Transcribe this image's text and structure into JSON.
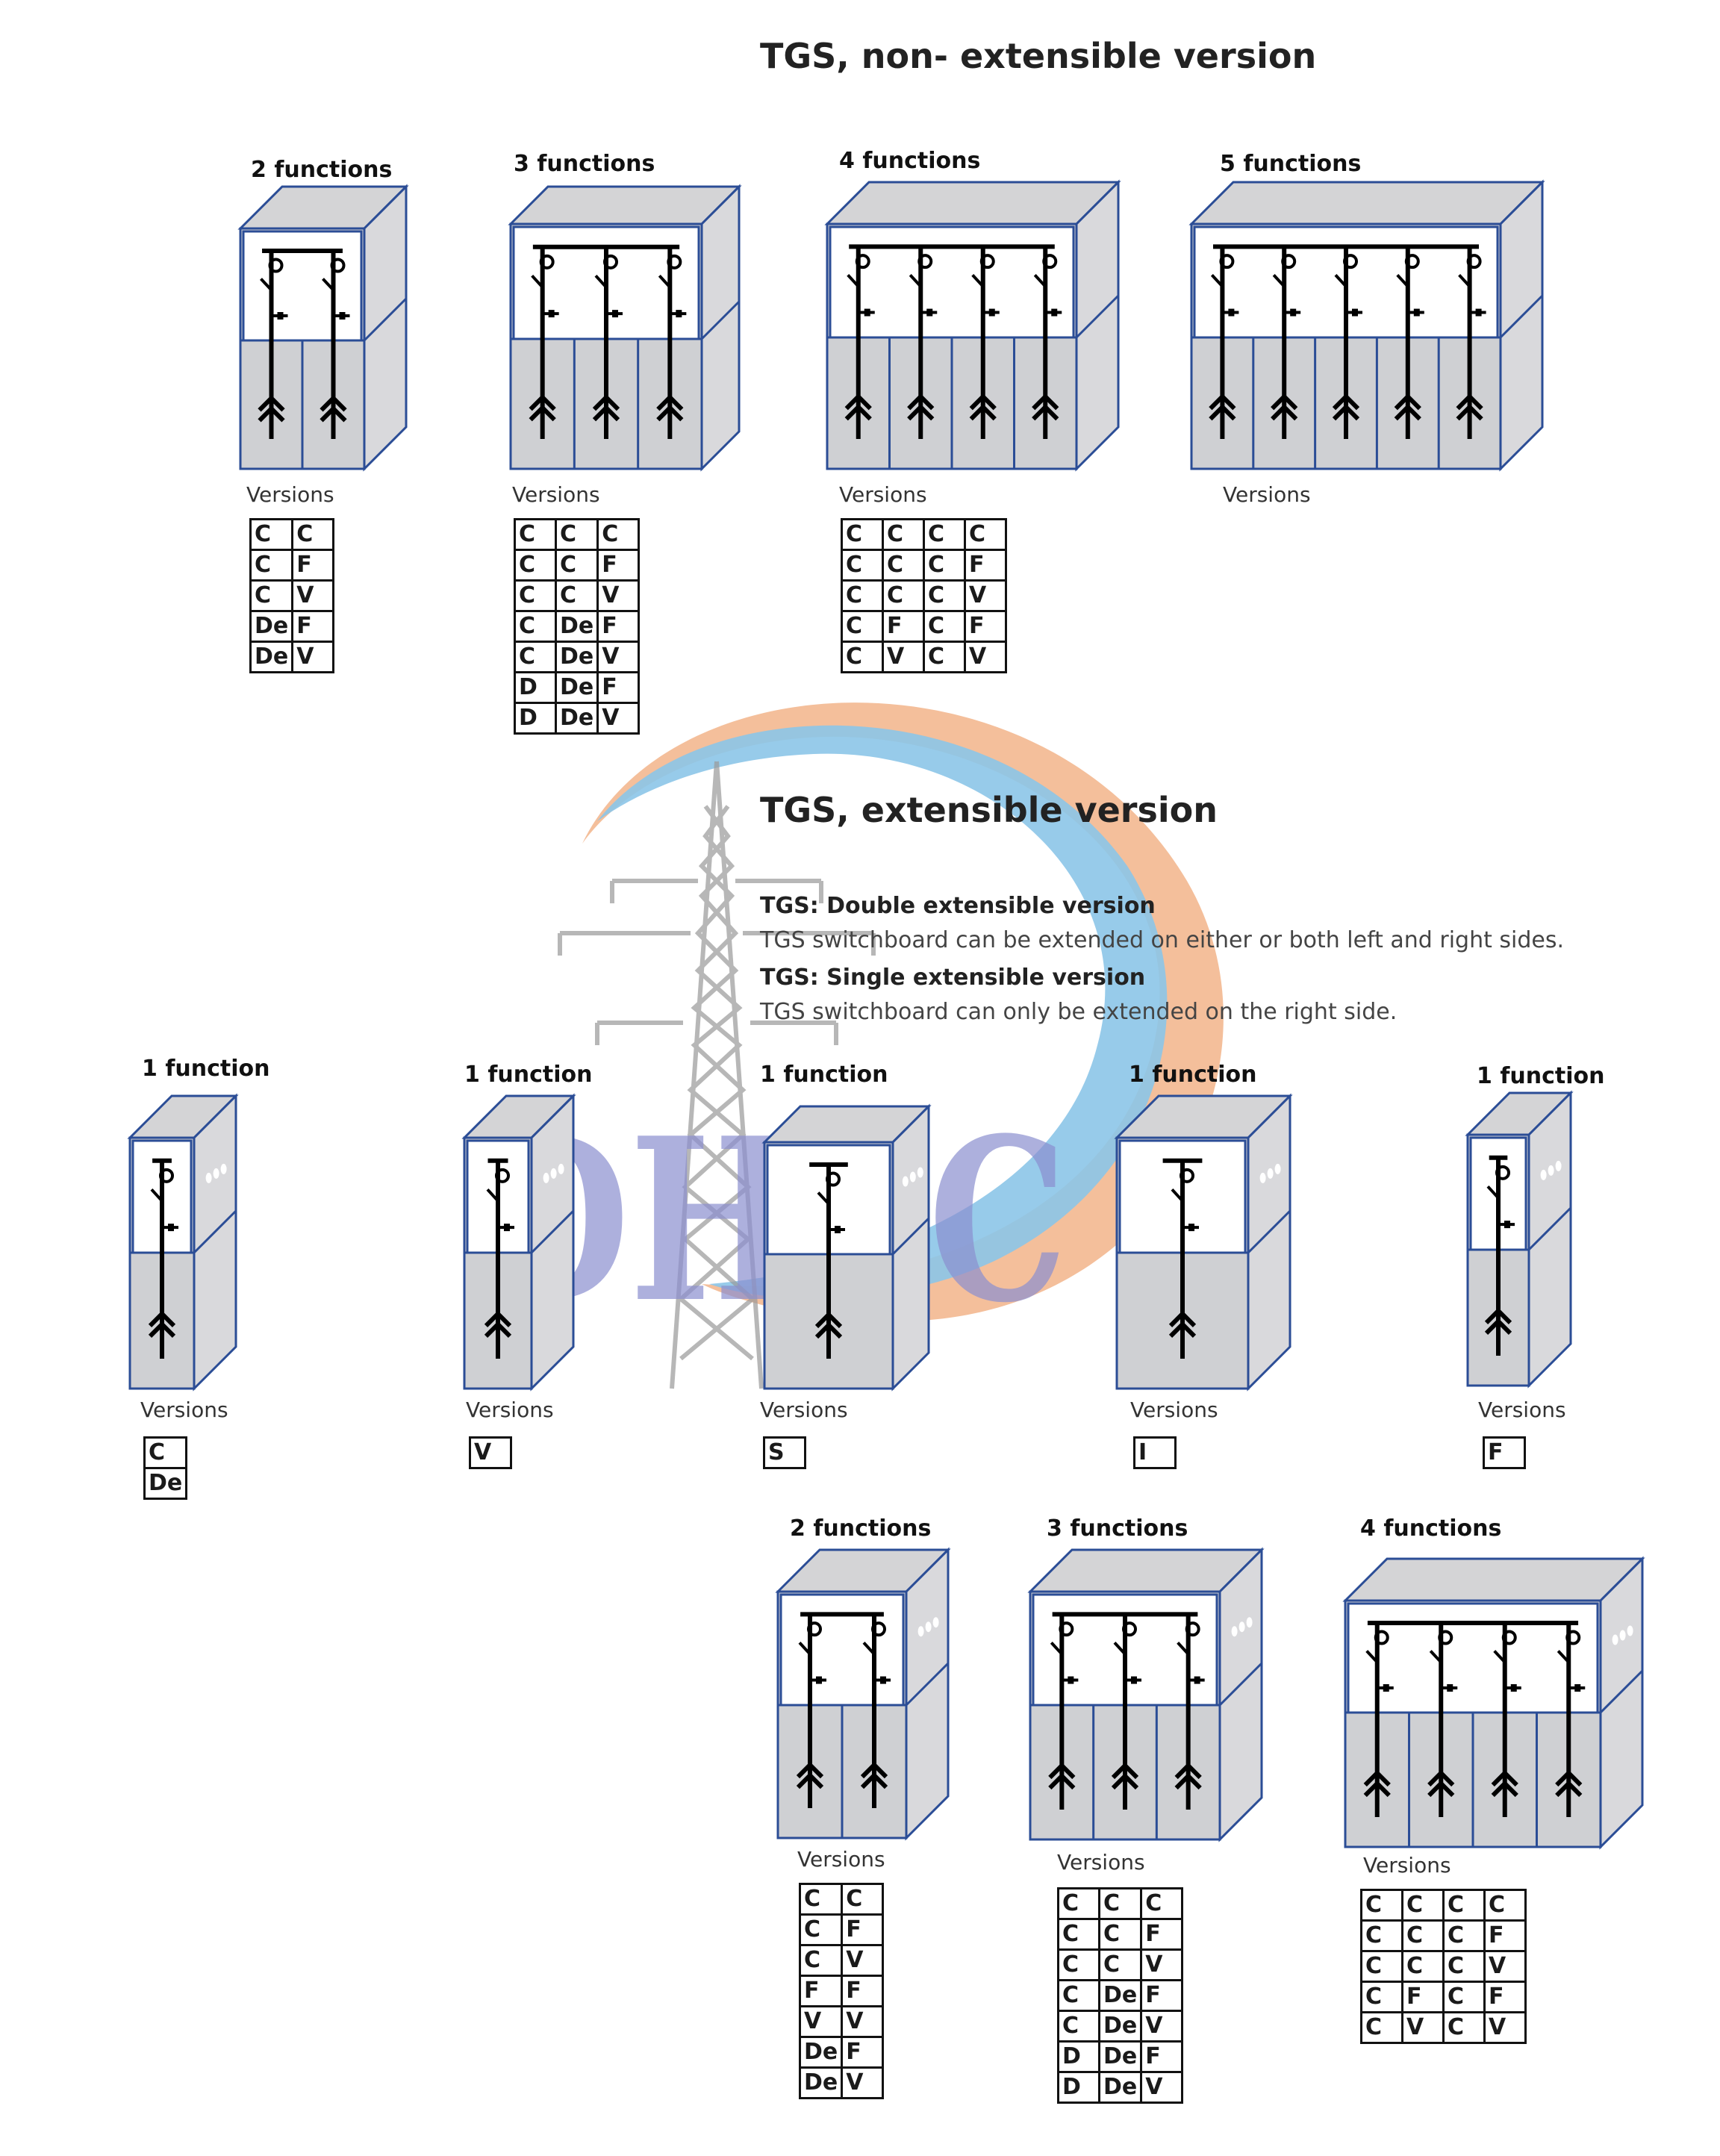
{
  "titles": {
    "non_extensible": "TGS, non- extensible  version",
    "extensible": "TGS, extensible version"
  },
  "extensible_info": {
    "double_title": "TGS: Double extensible version",
    "double_desc": "TGS switchboard can be extended on either or both left and right sides.",
    "single_title": "TGS: Single extensible version",
    "single_desc": "TGS switchboard can only be extended on the right side."
  },
  "watermark": {
    "text": "DHEC",
    "colors": [
      "#f2b48a",
      "#8cc5e8",
      "#8b8fd0"
    ]
  },
  "versions_label": "Versions",
  "non_extensible_units": [
    {
      "label": "2 functions",
      "versions": [
        [
          "C",
          "C"
        ],
        [
          "C",
          "F"
        ],
        [
          "C",
          "V"
        ],
        [
          "De",
          "F"
        ],
        [
          "De",
          "V"
        ]
      ]
    },
    {
      "label": "3 functions",
      "versions": [
        [
          "C",
          "C",
          "C"
        ],
        [
          "C",
          "C",
          "F"
        ],
        [
          "C",
          "C",
          "V"
        ],
        [
          "C",
          "De",
          "F"
        ],
        [
          "C",
          "De",
          "V"
        ],
        [
          "D",
          "De",
          "F"
        ],
        [
          "D",
          "De",
          "V"
        ]
      ]
    },
    {
      "label": "4 functions",
      "versions": [
        [
          "C",
          "C",
          "C",
          "C"
        ],
        [
          "C",
          "C",
          "C",
          "F"
        ],
        [
          "C",
          "C",
          "C",
          "V"
        ],
        [
          "C",
          "F",
          "C",
          "F"
        ],
        [
          "C",
          "V",
          "C",
          "V"
        ]
      ]
    },
    {
      "label": "5 functions",
      "versions": []
    }
  ],
  "extensible_single_units": [
    {
      "label": "1 function",
      "versions": [
        [
          "C"
        ],
        [
          "De"
        ]
      ]
    },
    {
      "label": "1 function",
      "versions": [
        [
          "V"
        ]
      ]
    },
    {
      "label": "1 function",
      "versions": [
        [
          "S"
        ]
      ]
    },
    {
      "label": "1 function",
      "versions": [
        [
          "I"
        ]
      ]
    },
    {
      "label": "1 function",
      "versions": [
        [
          "F"
        ]
      ]
    }
  ],
  "extensible_multi_units": [
    {
      "label": "2  functions",
      "versions": [
        [
          "C",
          "C"
        ],
        [
          "C",
          "F"
        ],
        [
          "C",
          "V"
        ],
        [
          "F",
          "F"
        ],
        [
          "V",
          "V"
        ],
        [
          "De",
          "F"
        ],
        [
          "De",
          "V"
        ]
      ]
    },
    {
      "label": "3  functions",
      "versions": [
        [
          "C",
          "C",
          "C"
        ],
        [
          "C",
          "C",
          "F"
        ],
        [
          "C",
          "C",
          "V"
        ],
        [
          "C",
          "De",
          "F"
        ],
        [
          "C",
          "De",
          "V"
        ],
        [
          "D",
          "De",
          "F"
        ],
        [
          "D",
          "De",
          "V"
        ]
      ]
    },
    {
      "label": "4  functions",
      "versions": [
        [
          "C",
          "C",
          "C",
          "C"
        ],
        [
          "C",
          "C",
          "C",
          "F"
        ],
        [
          "C",
          "C",
          "C",
          "V"
        ],
        [
          "C",
          "F",
          "C",
          "F"
        ],
        [
          "C",
          "V",
          "C",
          "V"
        ]
      ]
    }
  ]
}
